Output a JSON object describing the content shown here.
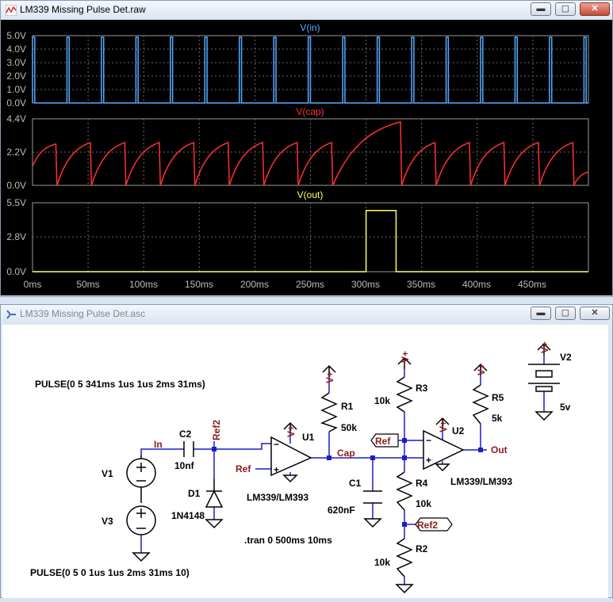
{
  "waveform_window": {
    "title": "LM339 Missing Pulse Det.raw",
    "buttons": {
      "minimize": "▬",
      "maximize": "▢",
      "close": "✕"
    },
    "traces": [
      {
        "name": "V(in)",
        "color": "#55aaff",
        "ticks": [
          "5.0V",
          "4.0V",
          "3.0V",
          "2.0V",
          "1.0V",
          "0.0V"
        ]
      },
      {
        "name": "V(cap)",
        "color": "#ff3030",
        "ticks": [
          "4.4V",
          "2.2V",
          "0.0V"
        ]
      },
      {
        "name": "V(out)",
        "color": "#ffff66",
        "ticks": [
          "5.5V",
          "2.8V",
          "0.0V"
        ]
      }
    ],
    "x_ticks": [
      "0ms",
      "50ms",
      "100ms",
      "150ms",
      "200ms",
      "250ms",
      "300ms",
      "350ms",
      "400ms",
      "450ms"
    ]
  },
  "chart_data": [
    {
      "type": "line",
      "series": [
        {
          "name": "V(in)",
          "note_pulses_ms": [
            0,
            31,
            62,
            93,
            124,
            155,
            186,
            217,
            248,
            279,
            310,
            341,
            372,
            403,
            434,
            465,
            496
          ]
        }
      ],
      "x": [
        0,
        31,
        62,
        93,
        124,
        155,
        186,
        217,
        248,
        279,
        310,
        341,
        372,
        403,
        434,
        465,
        496
      ],
      "values": [
        5,
        5,
        5,
        5,
        5,
        5,
        5,
        5,
        5,
        5,
        5,
        5,
        5,
        5,
        5,
        5,
        5
      ],
      "xlim": [
        0,
        500
      ],
      "ylim": [
        0,
        5
      ]
    },
    {
      "type": "line",
      "series": [
        {
          "name": "V(cap)"
        }
      ],
      "x": [
        0,
        21,
        22,
        52,
        53,
        83,
        84,
        114,
        115,
        145,
        146,
        176,
        177,
        207,
        208,
        238,
        239,
        269,
        270,
        331,
        332,
        362,
        363,
        393,
        394,
        424,
        425,
        455,
        456,
        486,
        487,
        500
      ],
      "values": [
        1.3,
        2.8,
        0,
        2.9,
        0,
        2.9,
        0,
        2.9,
        0,
        2.9,
        0,
        2.9,
        0,
        2.9,
        0,
        2.9,
        0,
        2.9,
        0,
        4.3,
        0,
        2.9,
        0,
        2.9,
        0,
        2.9,
        0,
        2.9,
        0,
        2.9,
        0,
        0.9
      ],
      "xlim": [
        0,
        500
      ],
      "ylim": [
        0,
        4.4
      ]
    },
    {
      "type": "line",
      "series": [
        {
          "name": "V(out)"
        }
      ],
      "x": [
        0,
        300,
        300,
        327,
        327,
        500
      ],
      "values": [
        0,
        0,
        5,
        5,
        0,
        0
      ],
      "xlim": [
        0,
        500
      ],
      "ylim": [
        0,
        5.5
      ]
    }
  ],
  "schematic_window": {
    "title": "LM339 Missing Pulse Det.asc",
    "buttons": {
      "minimize": "▬",
      "maximize": "▢",
      "close": "✕"
    },
    "directives": {
      "v1_pulse": "PULSE(0 5 341ms 1us 1us 2ms 31ms)",
      "v3_pulse": "PULSE(0 5 0 1us 1us 2ms 31ms 10)",
      "tran": ".tran 0 500ms 10ms"
    },
    "components": {
      "c2": "C2",
      "c2_val": "10nf",
      "d1": "D1",
      "d1_val": "1N4148",
      "v1": "V1",
      "v3": "V3",
      "u1": "U1",
      "u1_val": "LM339/LM393",
      "u2": "U2",
      "u2_val": "LM339/LM393",
      "r1": "R1",
      "r1_val": "50k",
      "r3": "R3",
      "r3_val": "10k",
      "r4": "R4",
      "r4_val": "10k",
      "r2": "R2",
      "r2_val": "10k",
      "r5": "R5",
      "r5_val": "5k",
      "c1": "C1",
      "c1_val": "620nF",
      "v2": "V2",
      "v2_val": "5v"
    },
    "nets": {
      "in": "In",
      "ref2": "Ref2",
      "ref": "Ref",
      "cap": "Cap",
      "out": "Out",
      "vplus": "V+"
    }
  }
}
